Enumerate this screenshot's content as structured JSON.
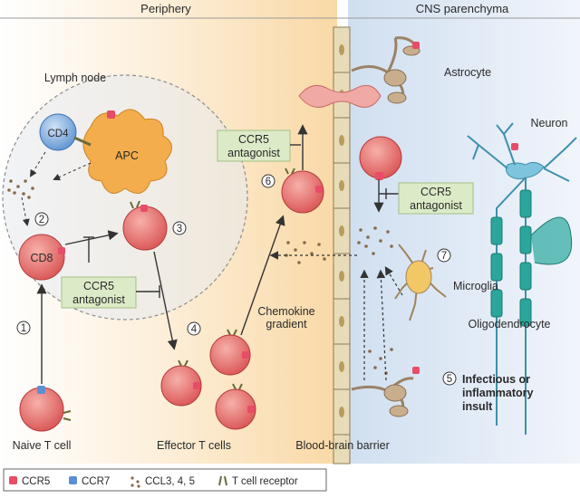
{
  "regions": {
    "periphery": "Periphery",
    "cns": "CNS  parenchyma"
  },
  "lymph_node": "Lymph node",
  "cells": {
    "cd4": "CD4",
    "apc": "APC",
    "cd8": "CD8",
    "naive": "Naive T cell",
    "effector": "Effector T cells",
    "astrocyte": "Astrocyte",
    "neuron": "Neuron",
    "microglia": "Microglia",
    "oligo": "Oligodendrocyte",
    "bbb": "Blood-brain barrier"
  },
  "antagonist": {
    "line1": "CCR5",
    "line2": "antagonist"
  },
  "chemokine": {
    "line1": "Chemokine",
    "line2": "gradient"
  },
  "insult": {
    "line1": "Infectious or",
    "line2": "inflammatory",
    "line3": "insult"
  },
  "steps": [
    "1",
    "2",
    "3",
    "4",
    "5",
    "6",
    "7"
  ],
  "legend": {
    "ccr5": "CCR5",
    "ccr7": "CCR7",
    "ccl": "CCL3, 4, 5",
    "tcr": "T cell receptor"
  },
  "colors": {
    "periphery_bg": "#fbe5c2",
    "cns_bg": "#dbe6f3",
    "tcell": "#e26868",
    "apc": "#f4ad4c",
    "cd4": "#7eaee0",
    "antagonist_box": "#dcebc7",
    "neuron": "#7dc4dc",
    "oligo": "#2aa69c",
    "ccr5": "#e84c68",
    "ccr7": "#5b8fd4"
  }
}
